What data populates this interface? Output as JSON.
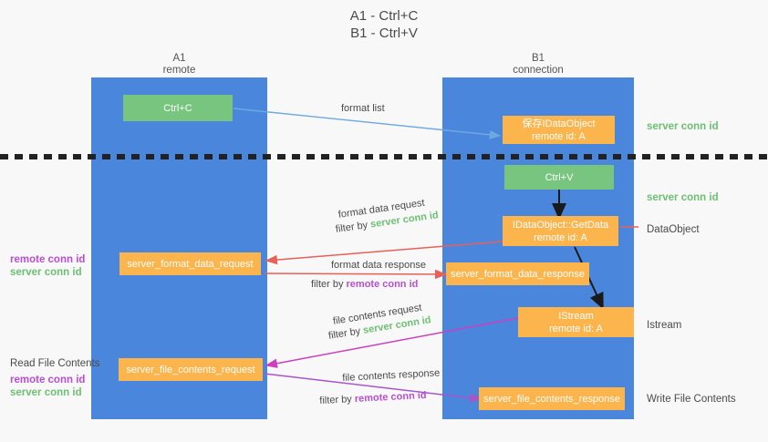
{
  "title": {
    "line1": "A1 - Ctrl+C",
    "line2": "B1 - Ctrl+V"
  },
  "columns": {
    "left": {
      "name": "A1",
      "role": "remote"
    },
    "right": {
      "name": "B1",
      "role": "connection"
    }
  },
  "colors": {
    "lane": "#4a86dc",
    "green_node": "#77c57f",
    "orange_node": "#fcb44d",
    "server_conn": "#6dbf73",
    "remote_conn": "#b84fcf",
    "divider": "#222222",
    "arrow_blue": "#6fa8e0",
    "arrow_red": "#e8605a",
    "arrow_magenta": "#cc3fbf",
    "arrow_purple": "#a855c8",
    "arrow_black": "#1a1a1a"
  },
  "nodes": {
    "ctrl_c": {
      "line1": "Ctrl+C"
    },
    "ctrl_v": {
      "line1": "Ctrl+V"
    },
    "save_dataobject": {
      "line1": "保存IDataObject",
      "line2": "remote id: A"
    },
    "getdata": {
      "line1": "IDataObject::GetData",
      "line2": "remote id: A"
    },
    "istream": {
      "line1": "IStream",
      "line2": "remote id: A"
    },
    "format_data_request": {
      "line1": "server_format_data_request"
    },
    "format_data_response": {
      "line1": "server_format_data_response"
    },
    "file_contents_request": {
      "line1": "server_file_contents_request"
    },
    "file_contents_response": {
      "line1": "server_file_contents_response"
    }
  },
  "right_notes": {
    "server_conn_1": "server conn id",
    "server_conn_2": "server conn id",
    "dataobject": "DataObject",
    "istream": "Istream",
    "write_file_contents": "Write File Contents"
  },
  "left_notes": {
    "remote_conn_1": "remote conn id",
    "server_conn_1": "server conn id",
    "read_file_contents": "Read File Contents",
    "remote_conn_2": "remote conn id",
    "server_conn_2": "server conn id"
  },
  "edges": {
    "format_list": "format list",
    "format_data_request": "format data request",
    "format_data_request_filter_prefix": "filter by ",
    "format_data_request_filter_value": "server conn id",
    "format_data_response": "format data response",
    "format_data_response_filter_prefix": "filter by ",
    "format_data_response_filter_value": "remote conn id",
    "file_contents_request": "file contents request",
    "file_contents_request_filter_prefix": "filter by ",
    "file_contents_request_filter_value": "server conn id",
    "file_contents_response": "file contents response",
    "file_contents_response_filter_prefix": "filter by ",
    "file_contents_response_filter_value": "remote conn id"
  }
}
